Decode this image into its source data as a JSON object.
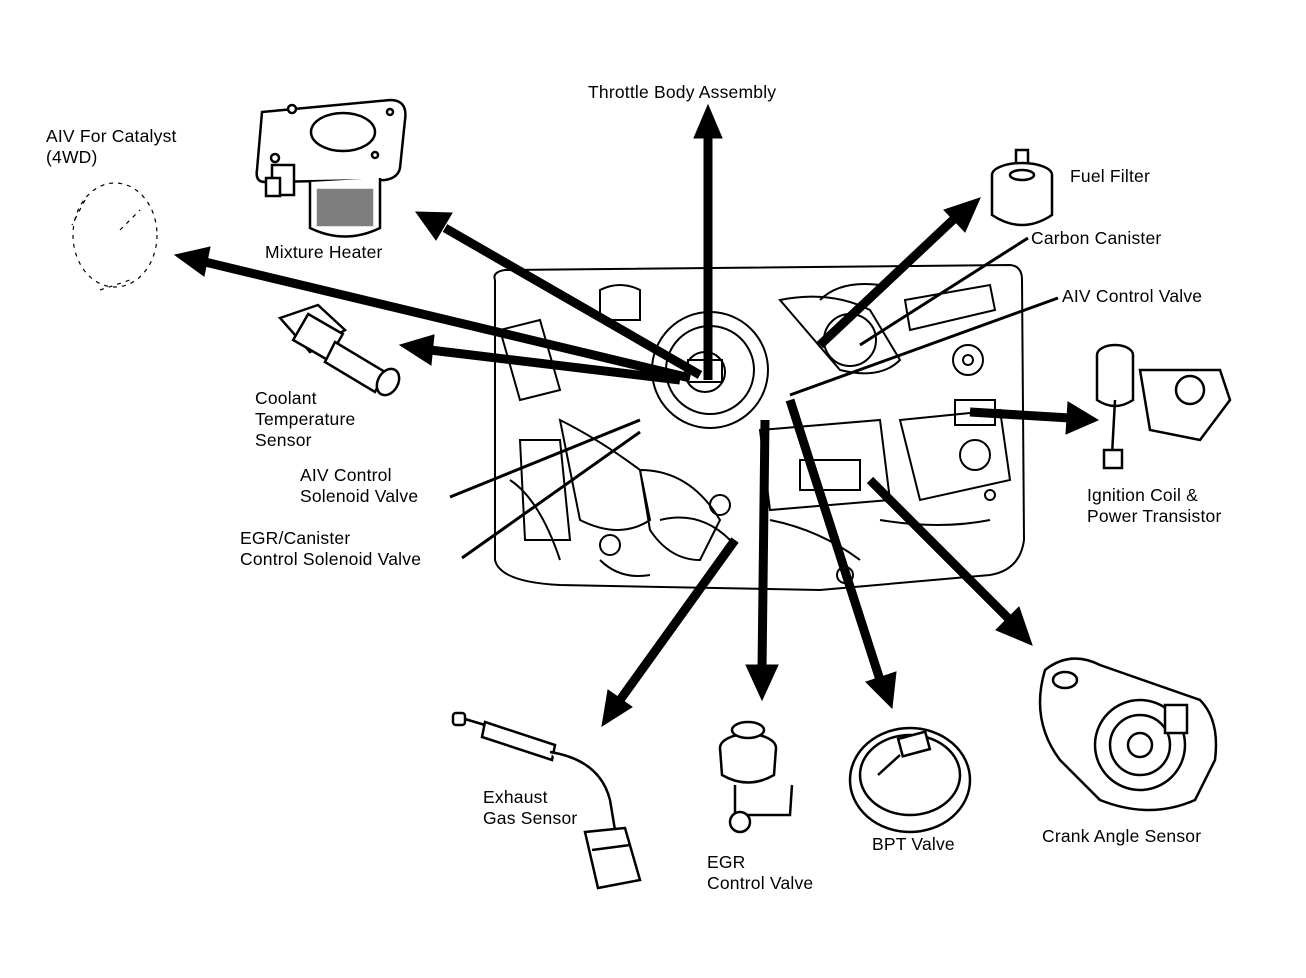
{
  "diagram": {
    "subject": "Engine compartment component locations",
    "ink_color": "#000000",
    "background_color": "#ffffff",
    "components": [
      {
        "id": "aiv-catalyst",
        "lines": [
          "AIV For Catalyst",
          "(4WD)"
        ]
      },
      {
        "id": "mixture-heater",
        "lines": [
          "Mixture Heater"
        ]
      },
      {
        "id": "throttle-body",
        "lines": [
          "Throttle Body Assembly"
        ]
      },
      {
        "id": "fuel-filter",
        "lines": [
          "Fuel Filter"
        ]
      },
      {
        "id": "carbon-canister",
        "lines": [
          "Carbon Canister"
        ]
      },
      {
        "id": "aiv-control-valve",
        "lines": [
          "AIV Control Valve"
        ]
      },
      {
        "id": "coolant-temp-sensor",
        "lines": [
          "Coolant",
          "Temperature",
          "Sensor"
        ]
      },
      {
        "id": "aiv-control-solenoid",
        "lines": [
          "AIV Control",
          "Solenoid Valve"
        ]
      },
      {
        "id": "egr-canister-solenoid",
        "lines": [
          "EGR/Canister",
          "Control Solenoid Valve"
        ]
      },
      {
        "id": "ignition-coil",
        "lines": [
          "Ignition Coil &",
          "Power Transistor"
        ]
      },
      {
        "id": "exhaust-gas-sensor",
        "lines": [
          "Exhaust",
          "Gas Sensor"
        ]
      },
      {
        "id": "egr-control-valve",
        "lines": [
          "EGR",
          "Control Valve"
        ]
      },
      {
        "id": "bpt-valve",
        "lines": [
          "BPT Valve"
        ]
      },
      {
        "id": "crank-angle-sensor",
        "lines": [
          "Crank Angle Sensor"
        ]
      }
    ]
  }
}
